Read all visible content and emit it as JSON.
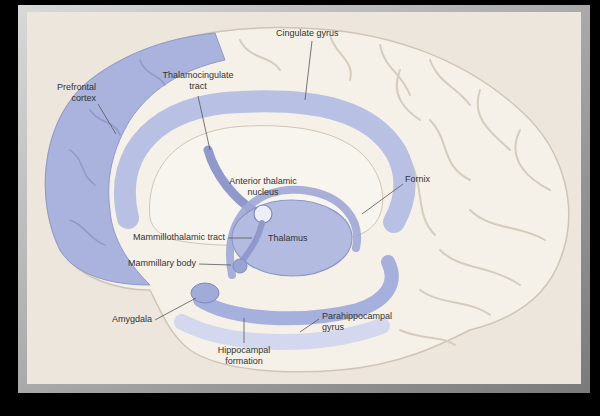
{
  "diagram": {
    "labels": [
      "Prefrontal cortex",
      "Thalamocingulate tract",
      "Cingulate gyrus",
      "Anterior thalamic nucleus",
      "Fornix",
      "Thalamus",
      "Mammillothalamic tract",
      "Mammillary body",
      "Amygdala",
      "Hippocampal formation",
      "Parahippocampal gyrus"
    ]
  }
}
